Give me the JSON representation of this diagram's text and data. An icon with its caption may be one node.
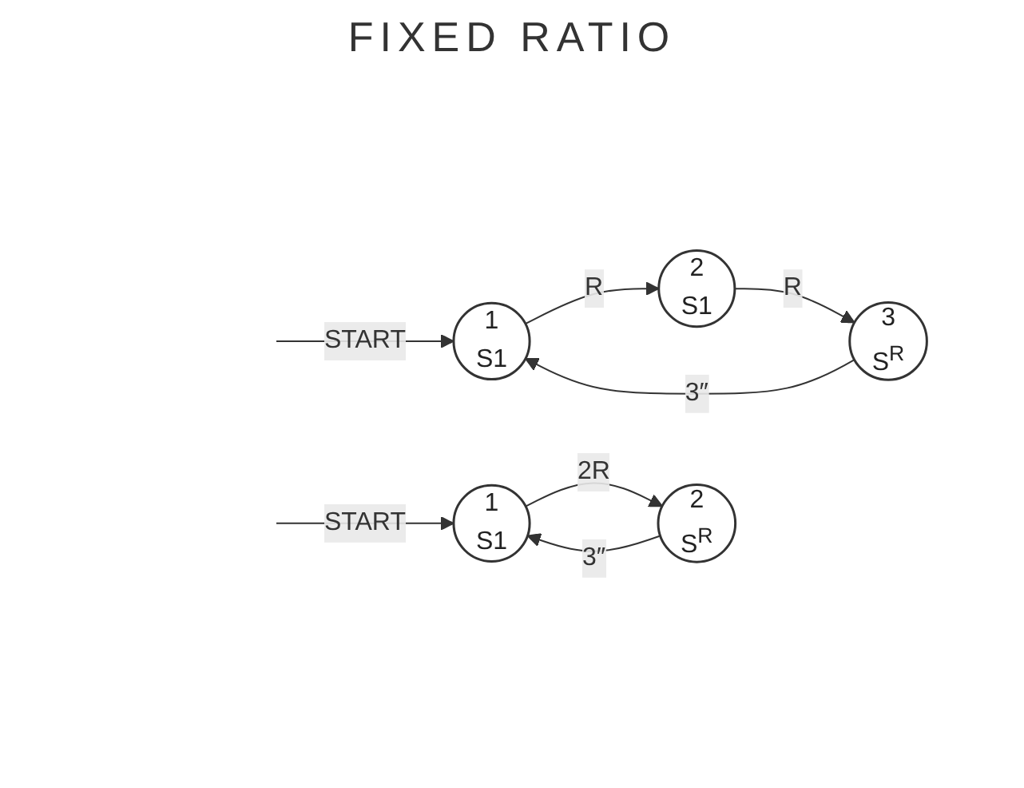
{
  "diagram": {
    "title": "FIXED RATIO",
    "nodes": [
      {
        "text": [
          "1",
          "S1"
        ]
      },
      {
        "text": [
          "2",
          "S1"
        ]
      },
      {
        "text": [
          "3",
          "S$^{R}$"
        ]
      },
      {
        "text": [
          "1",
          "S1"
        ]
      },
      {
        "text": [
          "2",
          "S$^{R}$"
        ]
      }
    ],
    "edges": [
      {
        "from": null,
        "to": 0,
        "arrow": "to",
        "label": "START"
      },
      {
        "from": 0,
        "to": 1,
        "arrow": "to",
        "label": "R"
      },
      {
        "from": 1,
        "to": 2,
        "arrow": "to",
        "label": "R"
      },
      {
        "from": 2,
        "to": 0,
        "arrow": "to",
        "label": "3″"
      },
      {
        "from": null,
        "to": 3,
        "arrow": "to",
        "label": "START"
      },
      {
        "from": 3,
        "to": 4,
        "arrow": "to",
        "label": "2R"
      },
      {
        "from": 4,
        "to": 3,
        "arrow": "to",
        "label": "3″"
      }
    ]
  }
}
